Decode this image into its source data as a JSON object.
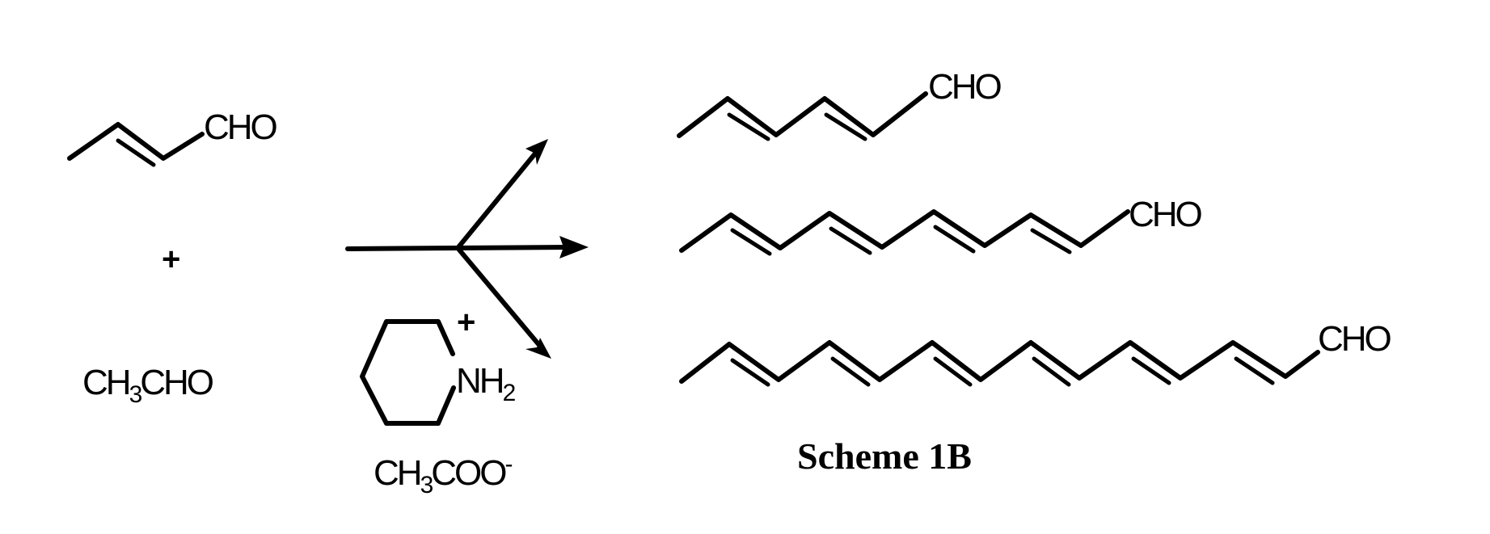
{
  "scheme": {
    "caption": "Scheme 1B",
    "reactant_1": {
      "chain_end": "CHO",
      "name": "crotonaldehyde"
    },
    "plus_sign": "+",
    "reactant_2": {
      "prefix": "CH",
      "sub": "3",
      "suffix": "CHO"
    },
    "catalyst": {
      "cation_charge": "+",
      "amine_label": "NH",
      "amine_sub": "2",
      "anion_prefix": "CH",
      "anion_sub": "3",
      "anion_suffix": "COO",
      "anion_charge": "-"
    },
    "products": [
      {
        "chain_end": "CHO",
        "double_bonds": 2
      },
      {
        "chain_end": "CHO",
        "double_bonds": 4
      },
      {
        "chain_end": "CHO",
        "double_bonds": 6
      }
    ]
  }
}
